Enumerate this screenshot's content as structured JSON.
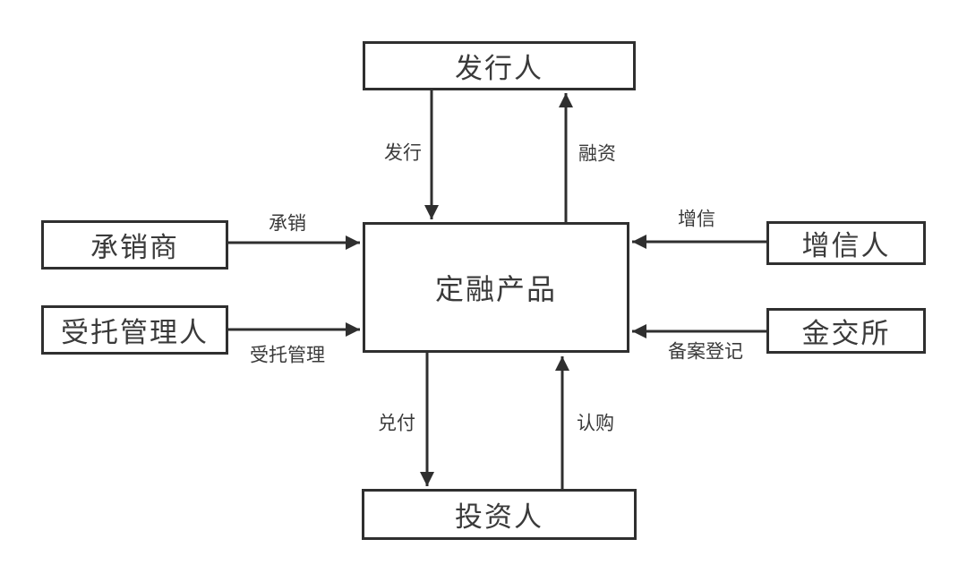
{
  "diagram": {
    "background_color": "#ffffff",
    "line_color": "#2f2f2f",
    "text_color": "#3a3a3a",
    "nodes": {
      "issuer": {
        "label": "发行人"
      },
      "product": {
        "label": "定融产品"
      },
      "underwriter": {
        "label": "承销商"
      },
      "trustee": {
        "label": "受托管理人"
      },
      "credit_enhancer": {
        "label": "增信人"
      },
      "exchange": {
        "label": "金交所"
      },
      "investor": {
        "label": "投资人"
      }
    },
    "edges": {
      "issue": {
        "label": "发行",
        "from": "发行人",
        "to": "定融产品",
        "direction": "down"
      },
      "financing": {
        "label": "融资",
        "from": "定融产品",
        "to": "发行人",
        "direction": "up"
      },
      "underwriting": {
        "label": "承销",
        "from": "承销商",
        "to": "定融产品",
        "direction": "right"
      },
      "trust_management": {
        "label": "受托管理",
        "from": "受托管理人",
        "to": "定融产品",
        "direction": "right"
      },
      "credit_enhancement": {
        "label": "增信",
        "from": "增信人",
        "to": "定融产品",
        "direction": "left"
      },
      "filing_registration": {
        "label": "备案登记",
        "from": "金交所",
        "to": "定融产品",
        "direction": "left"
      },
      "redemption": {
        "label": "兑付",
        "from": "定融产品",
        "to": "投资人",
        "direction": "down"
      },
      "subscription": {
        "label": "认购",
        "from": "投资人",
        "to": "定融产品",
        "direction": "up"
      }
    }
  }
}
